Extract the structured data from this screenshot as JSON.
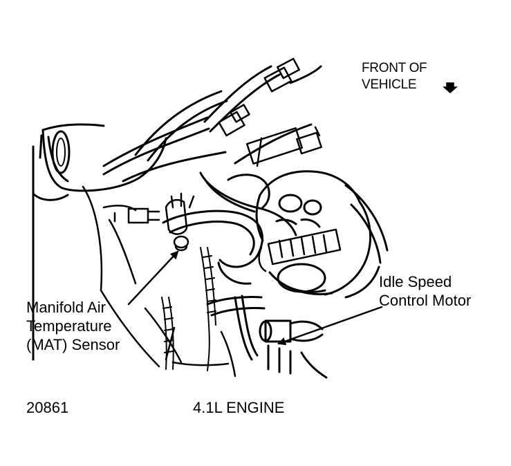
{
  "direction_label": {
    "line1": "FRONT OF",
    "line2": "VEHICLE",
    "arrow_icon": "down-arrow-icon"
  },
  "callouts": {
    "mat_sensor": {
      "line1": "Manifold Air",
      "line2": "Temperature",
      "line3": "(MAT) Sensor"
    },
    "idle_motor": {
      "line1": "Idle Speed",
      "line2": "Control Motor"
    }
  },
  "caption": {
    "figure_number": "20861",
    "engine": "4.1L ENGINE"
  },
  "colors": {
    "ink": "#000000",
    "paper": "#ffffff"
  }
}
